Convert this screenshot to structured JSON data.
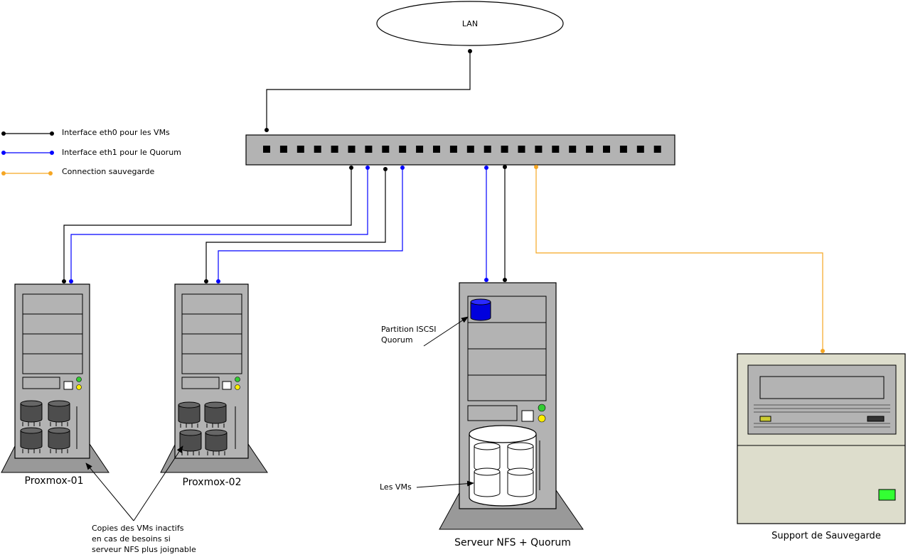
{
  "lan": {
    "label": "LAN"
  },
  "legend": {
    "items": [
      {
        "label": "Interface eth0 pour les VMs",
        "color": "#000000"
      },
      {
        "label": "Interface eth1 pour le Quorum",
        "color": "#0000ff"
      },
      {
        "label": "Connection sauvegarde",
        "color": "#f5a623"
      }
    ]
  },
  "servers": {
    "proxmox1": {
      "label": "Proxmox-01"
    },
    "proxmox2": {
      "label": "Proxmox-02"
    },
    "nfs": {
      "label": "Serveur NFS + Quorum"
    },
    "backup": {
      "label": "Support de Sauvegarde"
    }
  },
  "annotations": {
    "iscsi": [
      "Partition ISCSI",
      "Quorum"
    ],
    "vms": "Les VMs",
    "copies": [
      "Copies des VMs inactifs",
      "en cas de besoins si",
      "serveur NFS plus joignable"
    ]
  },
  "colors": {
    "eth0": "#000000",
    "eth1": "#0000ff",
    "backup": "#f5a623",
    "device_gray": "#b3b3b3",
    "disk_dark": "#4d4d4d",
    "led_green": "#33cc33",
    "led_yellow": "#ffee00"
  }
}
